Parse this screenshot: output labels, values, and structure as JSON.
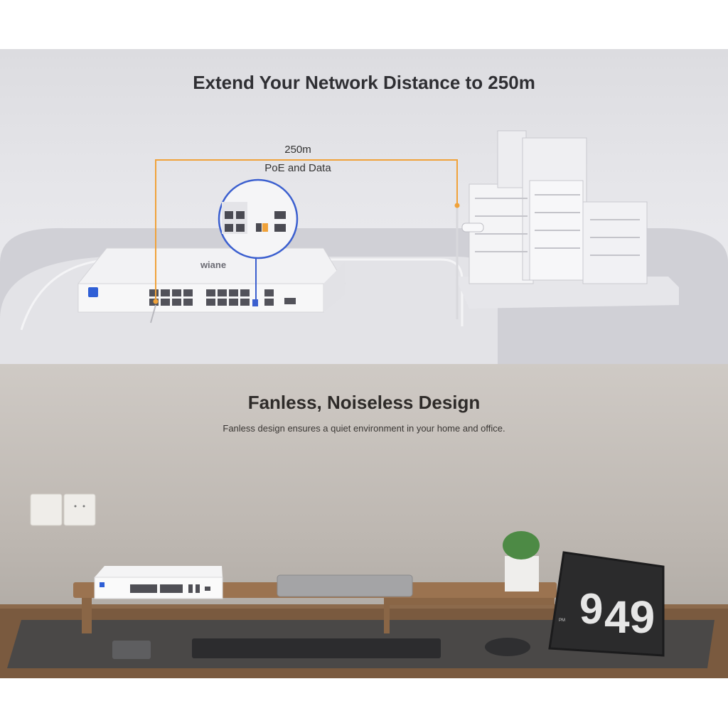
{
  "top": {
    "title": "Extend Your Network Distance to 250m",
    "distance_label": "250m",
    "cable_label": "PoE and Data",
    "device_brand": "wiane",
    "colors": {
      "cable": "#f0a23a",
      "zoom_ring": "#3b5fcf",
      "background": "#e3e3e7"
    }
  },
  "bottom": {
    "title": "Fanless, Noiseless Design",
    "subtitle": "Fanless design ensures a quiet environment in your home and office.",
    "clock_hour": "9",
    "clock_minute": "49",
    "clock_period": "PM"
  }
}
